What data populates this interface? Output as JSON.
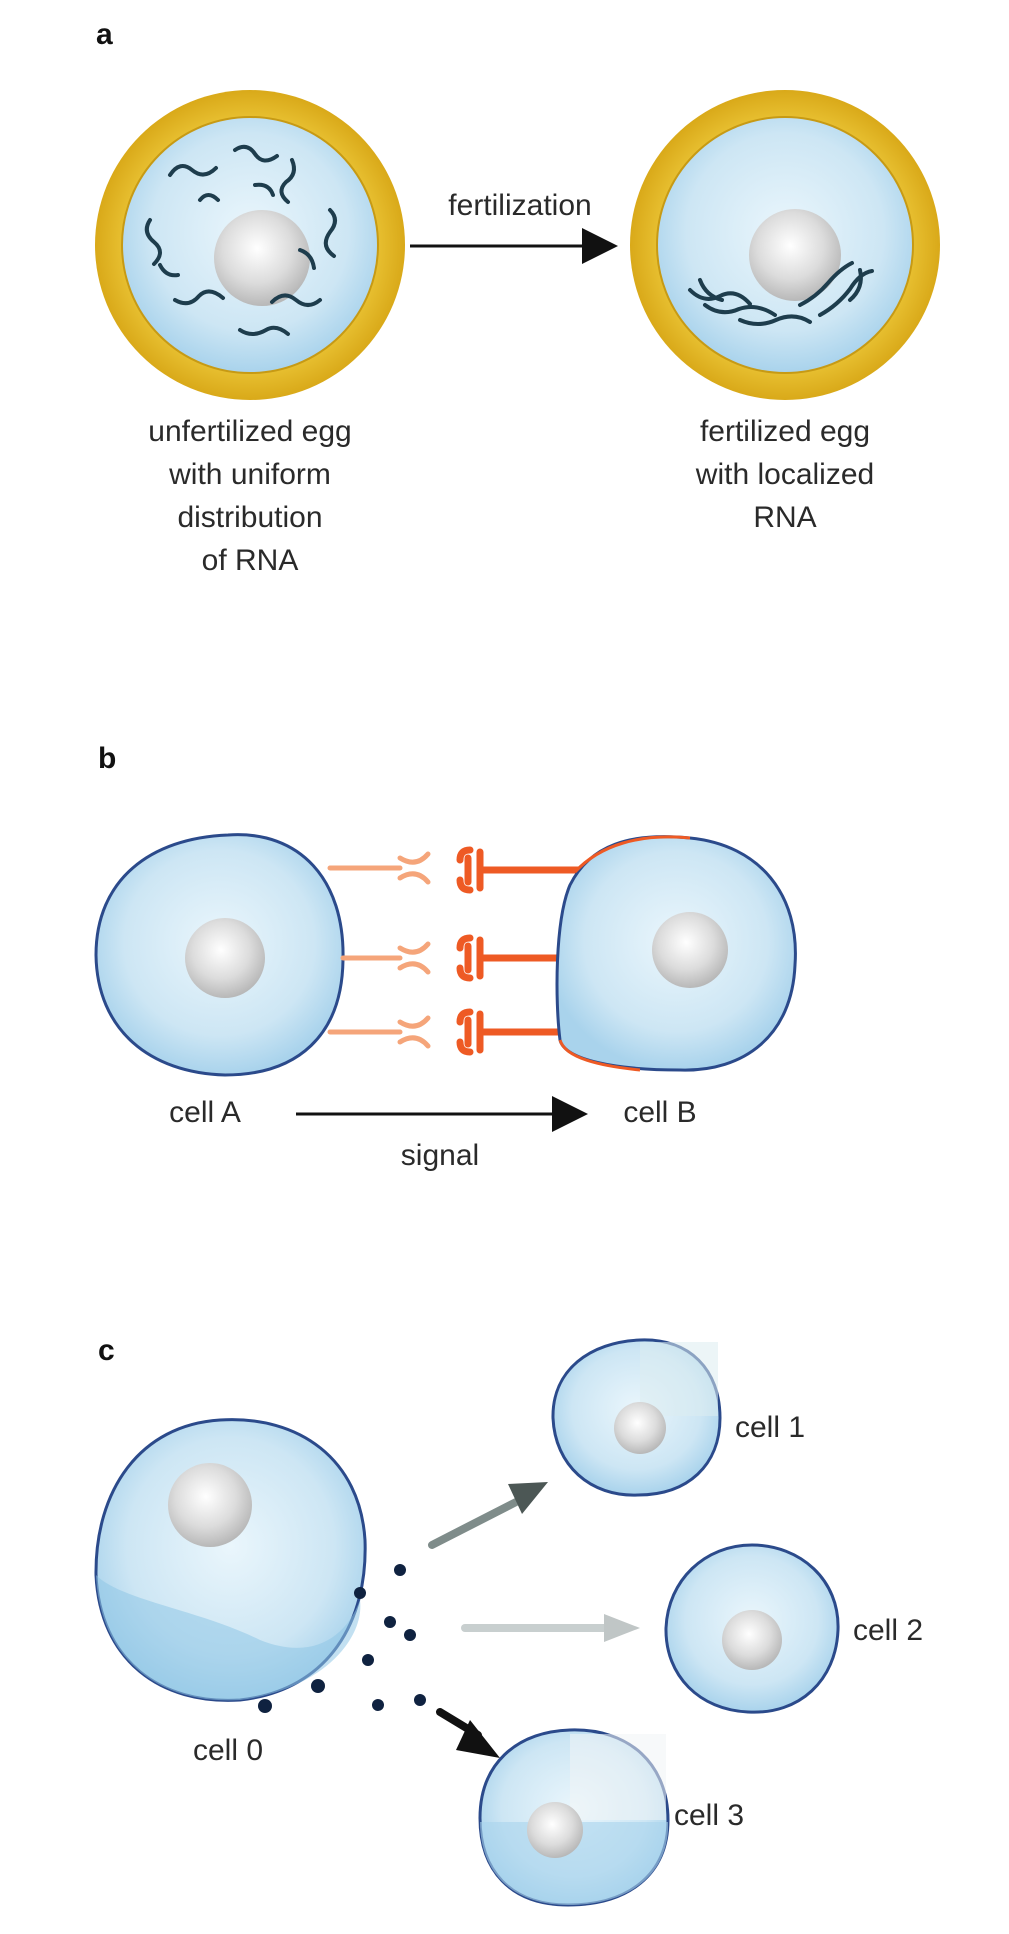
{
  "panels": {
    "a": {
      "letter": "a",
      "arrow_label": "fertilization",
      "left_caption": [
        "unfertilized egg",
        "with uniform",
        "distribution",
        "of RNA"
      ],
      "right_caption": [
        "fertilized egg",
        "with localized",
        "RNA"
      ]
    },
    "b": {
      "letter": "b",
      "cell_a": "cell A",
      "cell_b": "cell B",
      "arrow_label": "signal"
    },
    "c": {
      "letter": "c",
      "cell_0": "cell 0",
      "cell_1": "cell 1",
      "cell_2": "cell 2",
      "cell_3": "cell 3"
    }
  },
  "colors": {
    "membrane_yellow": "#e8c02e",
    "cytoplasm_blue": "#cfe7f4",
    "nucleus_gray": "#d9d9d9",
    "rna_dark": "#1e3d4d",
    "receptor_orange": "#f07a3c",
    "cell_outline": "#2b4a8b"
  }
}
